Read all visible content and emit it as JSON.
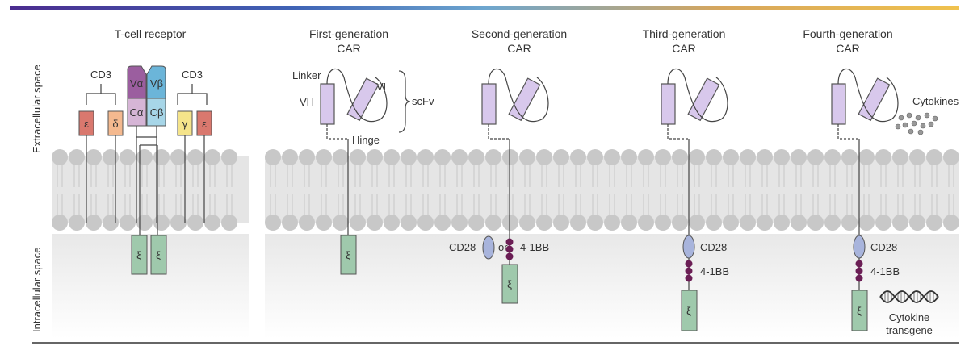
{
  "colors": {
    "bar_gradient": [
      "#4b2c8f",
      "#3f63b5",
      "#6da6cf",
      "#d7a65c",
      "#f0c24e"
    ],
    "membrane_head": "#c8c8c8",
    "membrane_band": "#e5e5e5",
    "intracellular": "#eeeeee",
    "scfv": "#d8c8ec",
    "zeta": "#9fc9ac",
    "cd28": "#a8b4dc",
    "bb41": "#6b1e55",
    "v_alpha": "#9b5e9f",
    "v_beta": "#6bb5d9",
    "c_alpha": "#d6b5d6",
    "c_beta": "#a7d6e8",
    "epsilon": "#d9786e",
    "delta": "#f4b98f",
    "gamma": "#f5e48a"
  },
  "axis_labels": {
    "extracellular": "Extracellular space",
    "intracellular": "Intracellular space"
  },
  "tcr": {
    "title": "T-cell receptor",
    "cd3_left": "CD3",
    "cd3_right": "CD3",
    "v_alpha": "Vα",
    "v_beta": "Vβ",
    "c_alpha": "Cα",
    "c_beta": "Cβ",
    "epsilon_left": "ε",
    "delta": "δ",
    "gamma": "γ",
    "epsilon_right": "ε",
    "zeta_left": "ξ",
    "zeta_right": "ξ"
  },
  "car1": {
    "title_line1": "First-generation",
    "title_line2": "CAR",
    "linker": "Linker",
    "vh": "VH",
    "vl": "VL",
    "scfv": "scFv",
    "hinge": "Hinge",
    "zeta": "ξ"
  },
  "car2": {
    "title_line1": "Second-generation",
    "title_line2": "CAR",
    "cd28": "CD28",
    "or": "or",
    "bb41": "4-1BB",
    "zeta": "ξ"
  },
  "car3": {
    "title_line1": "Third-generation",
    "title_line2": "CAR",
    "cd28": "CD28",
    "bb41": "4-1BB",
    "zeta": "ξ"
  },
  "car4": {
    "title_line1": "Fourth-generation",
    "title_line2": "CAR",
    "cytokines": "Cytokines",
    "cd28": "CD28",
    "bb41": "4-1BB",
    "zeta": "ξ",
    "transgene_line1": "Cytokine",
    "transgene_line2": "transgene"
  }
}
